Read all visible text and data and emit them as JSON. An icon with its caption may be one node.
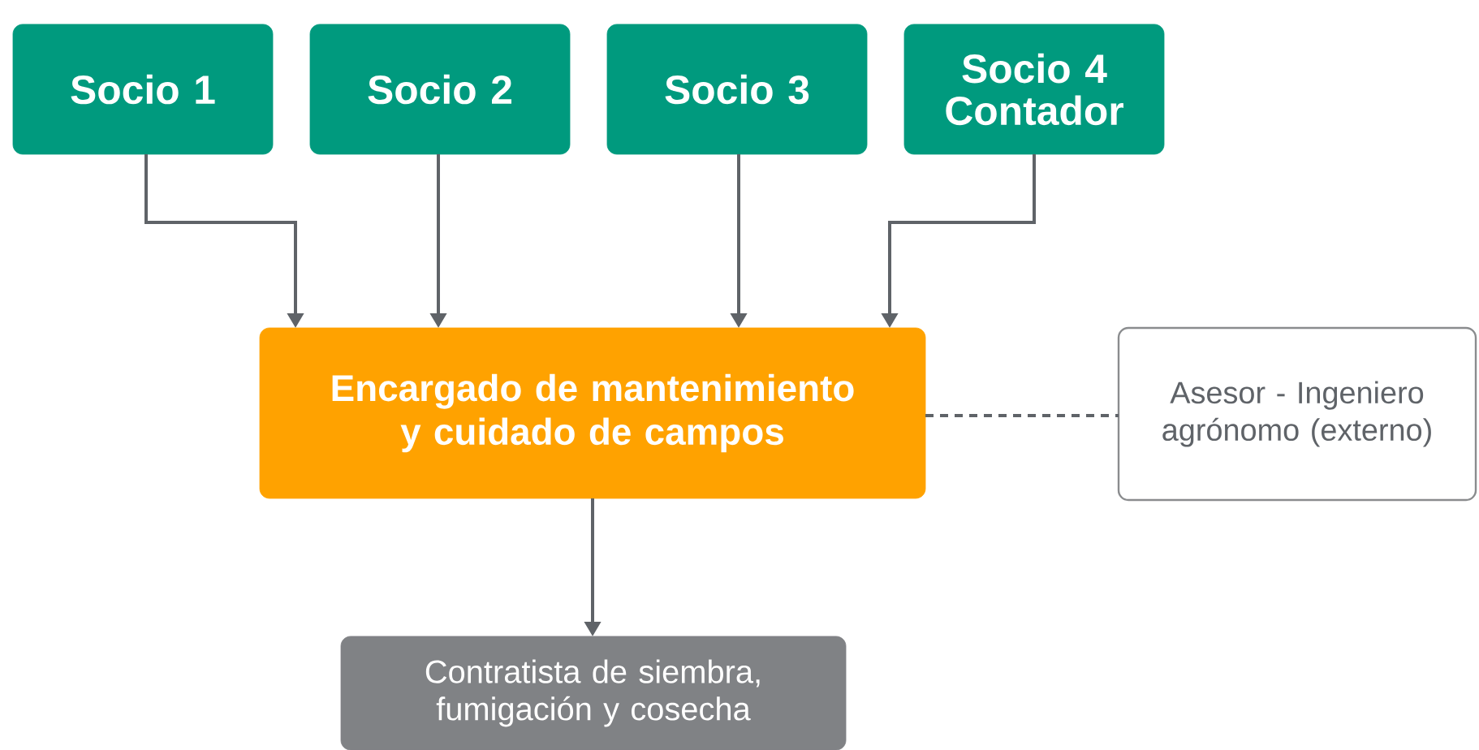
{
  "diagram": {
    "nodes": [
      {
        "text": [
          "Socio 1"
        ]
      },
      {
        "text": [
          "Socio 2"
        ]
      },
      {
        "text": [
          "Socio 3"
        ]
      },
      {
        "text": [
          "Socio 4 Contador"
        ]
      },
      {
        "text": [
          "Encargado de mantenimiento y cuidado de campos"
        ]
      },
      {
        "text": [
          "Asesor - Ingeniero agrónomo (externo)"
        ]
      },
      {
        "text": [
          "Contratista de siembra, fumigación y cosecha"
        ]
      }
    ],
    "edges": [
      {
        "from": 0,
        "to": 4,
        "arrow": "to"
      },
      {
        "from": 1,
        "to": 4,
        "arrow": "to"
      },
      {
        "from": 2,
        "to": 4,
        "arrow": "to"
      },
      {
        "from": 3,
        "to": 4,
        "arrow": "to"
      },
      {
        "from": 4,
        "to": 5,
        "arrow": "none",
        "style": "dashed"
      },
      {
        "from": 4,
        "to": 6,
        "arrow": "to"
      }
    ]
  }
}
